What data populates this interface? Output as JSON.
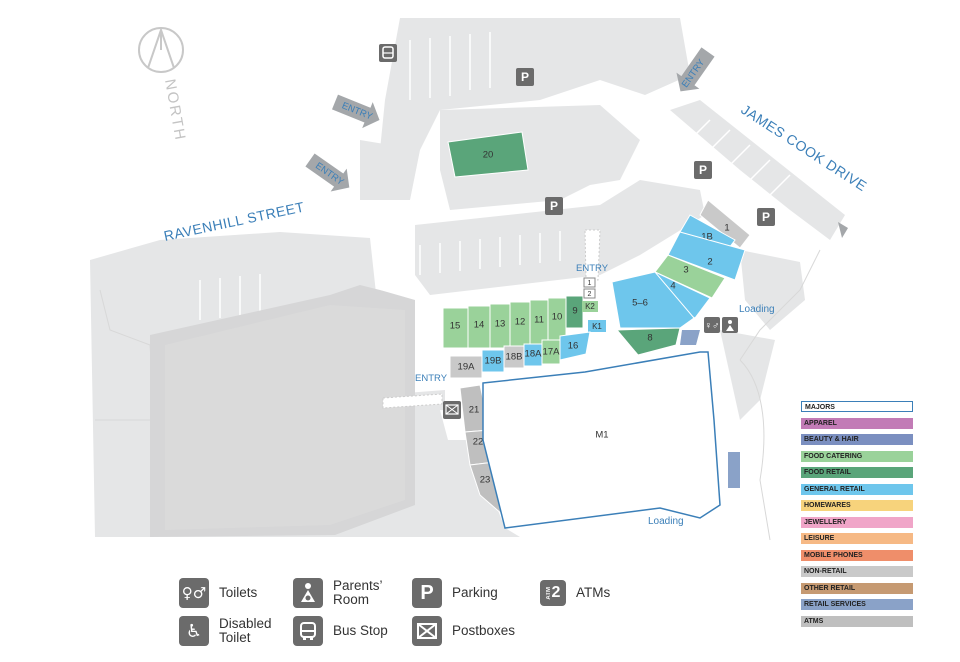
{
  "streets": {
    "ravenhill": "RAVENHILL STREET",
    "james_cook": "JAMES COOK DRIVE"
  },
  "compass": {
    "label": "NORTH"
  },
  "entries": {
    "label": "ENTRY"
  },
  "loading": {
    "label": "Loading"
  },
  "parking_symbol": "P",
  "shops": {
    "s20": "20",
    "s1": "1",
    "s1b": "1B",
    "s2": "2",
    "s3": "3",
    "s4": "4",
    "s5_6": "5–6",
    "s8": "8",
    "s15": "15",
    "s14": "14",
    "s13": "13",
    "s12": "12",
    "s11": "11",
    "s10": "10",
    "s9": "9",
    "k1": "K1",
    "k2": "K2",
    "atm1": "1",
    "atm2": "2",
    "s19a": "19A",
    "s19b": "19B",
    "s18b": "18B",
    "s18a": "18A",
    "s17a": "17A",
    "s16": "16",
    "m1": "M1",
    "s21": "21",
    "s22": "22",
    "s23": "23"
  },
  "legend": [
    {
      "label": "MAJORS",
      "color": "#ffffff",
      "outline": "#3b7fb8"
    },
    {
      "label": "APPAREL",
      "color": "#c27bb6"
    },
    {
      "label": "BEAUTY & HAIR",
      "color": "#7b8fc0"
    },
    {
      "label": "FOOD CATERING",
      "color": "#9ad29a"
    },
    {
      "label": "FOOD RETAIL",
      "color": "#5aa57a"
    },
    {
      "label": "GENERAL RETAIL",
      "color": "#6ec6ec"
    },
    {
      "label": "HOMEWARES",
      "color": "#f7d37c"
    },
    {
      "label": "JEWELLERY",
      "color": "#f0a5c8"
    },
    {
      "label": "LEISURE",
      "color": "#f6b985"
    },
    {
      "label": "MOBILE PHONES",
      "color": "#ef8e6a"
    },
    {
      "label": "NON-RETAIL",
      "color": "#c9c9c9"
    },
    {
      "label": "OTHER RETAIL",
      "color": "#c69a72"
    },
    {
      "label": "RETAIL SERVICES",
      "color": "#8aa2c8"
    },
    {
      "label": "ATMS",
      "color": "#bfbfbf"
    }
  ],
  "key": {
    "toilets": "Toilets",
    "disabled_toilet": "Disabled Toilet",
    "parents_room": "Parents’ Room",
    "bus_stop": "Bus Stop",
    "parking": "Parking",
    "postboxes": "Postboxes",
    "atms": "ATMs",
    "atm_icon_small": "ATM",
    "atm_icon_big": "2"
  }
}
